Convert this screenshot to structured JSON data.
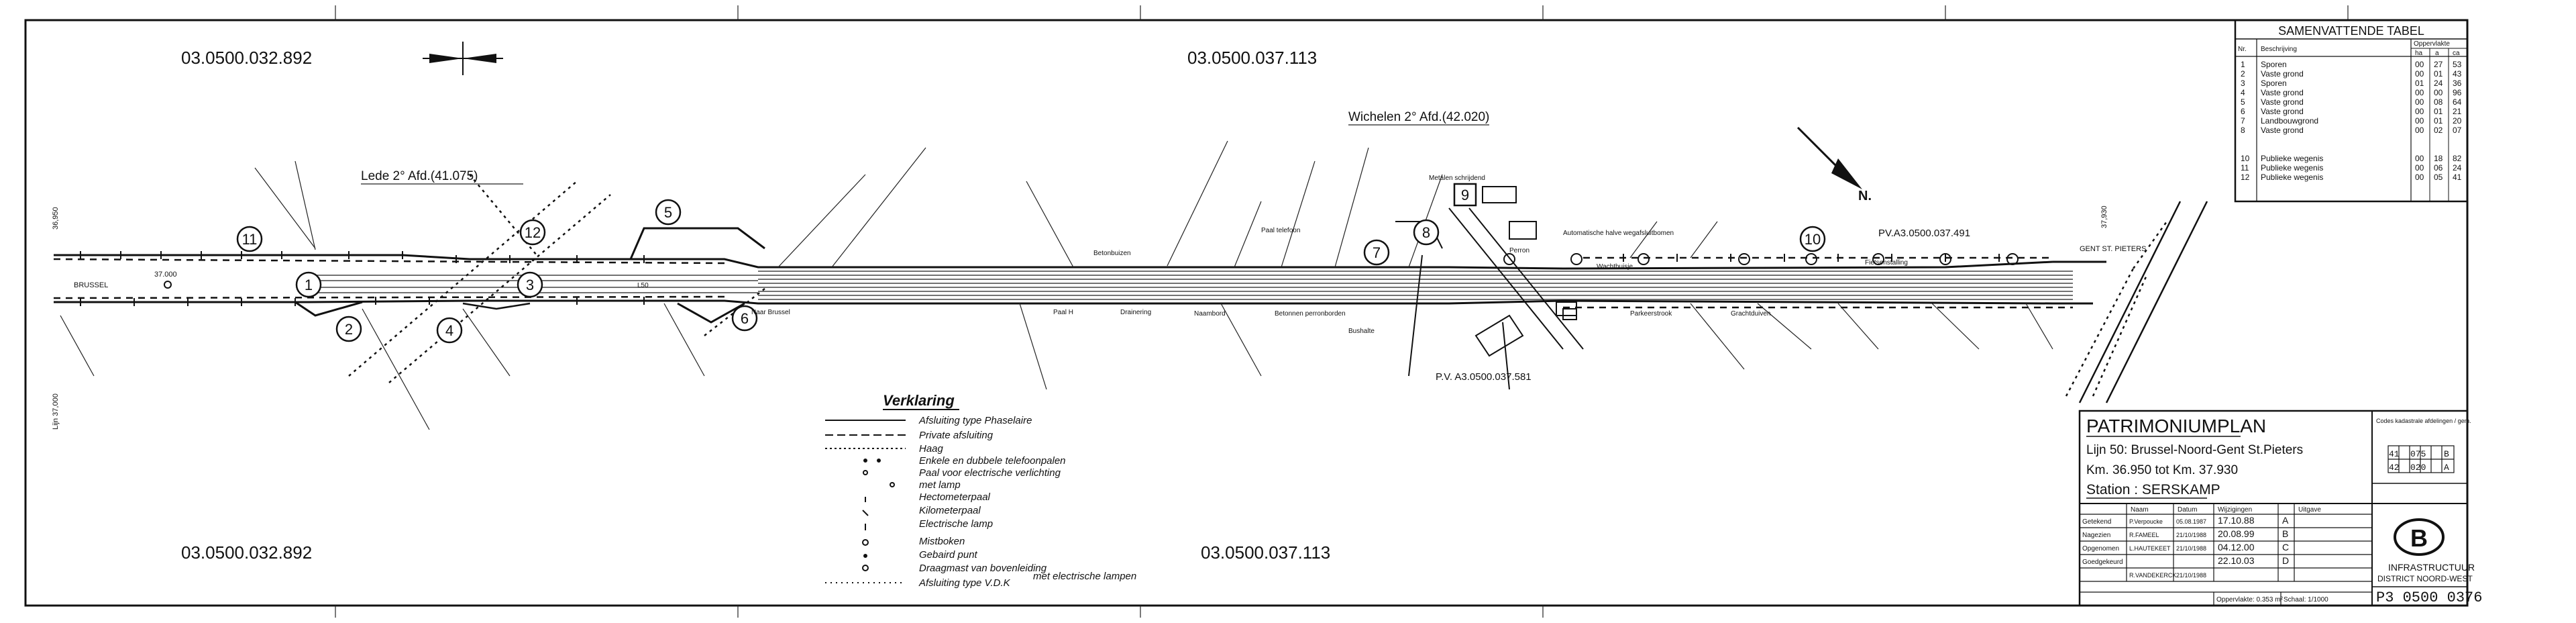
{
  "plan_codes": {
    "top_left": "03.0500.032.892",
    "top_mid": "03.0500.037.113",
    "bottom_left": "03.0500.032.892",
    "bottom_mid": "03.0500.037.113"
  },
  "areas": {
    "lede": "Lede 2° Afd.(41.075)",
    "wichelen": "Wichelen 2° Afd.(42.020)"
  },
  "north": "N.",
  "edge_labels": {
    "left_top": "36,950",
    "left_bottom": "Lijn 37,000",
    "right": "37,930",
    "km_left": "37.000"
  },
  "direction_labels": {
    "brussel": "BRUSSEL",
    "gent": "GENT ST. PIETERS"
  },
  "pv_labels": {
    "top": "PV.A3.0500.037.491",
    "bottom": "P.V. A3.0500.037.581"
  },
  "track_labels": [
    "L50",
    "Naar Brussel",
    "Paal H",
    "Drainering",
    "Betonnen perronborden",
    "Grachtduiven",
    "Naambord",
    "Paal telefoon",
    "Betonbuizen",
    "Metalen schrijdend",
    "Automatische halve wegafsluitbomen",
    "Fietsenstalling",
    "Parkeerstrook",
    "Bushalte",
    "Perron",
    "Wachthuisje"
  ],
  "parcels": [
    {
      "id": "1"
    },
    {
      "id": "2"
    },
    {
      "id": "3"
    },
    {
      "id": "4"
    },
    {
      "id": "5"
    },
    {
      "id": "6"
    },
    {
      "id": "7"
    },
    {
      "id": "8"
    },
    {
      "id": "9"
    },
    {
      "id": "10"
    },
    {
      "id": "11"
    },
    {
      "id": "12"
    }
  ],
  "legend": {
    "title": "Verklaring",
    "items": [
      "Afsluiting type Phaselaire",
      "Private afsluiting",
      "Haag",
      "Enkele en dubbele telefoonpalen",
      "Paal voor electrische verlichting",
      "met lamp",
      "Hectometerpaal",
      "Kilometerpaal",
      "Electrische lamp",
      "Mistboken",
      "Gebaird punt",
      "Draagmast van bovenleiding",
      "Afsluiting type V.D.K"
    ],
    "extra": "met electrische lampen"
  },
  "summary_table": {
    "title": "SAMENVATTENDE TABEL",
    "headers": {
      "nr": "Nr.",
      "desc": "Beschrijving",
      "area": "Oppervlakte",
      "ha": "ha",
      "a": "a",
      "ca": "ca"
    },
    "rows": [
      {
        "nr": "1",
        "desc": "Sporen",
        "ha": "00",
        "a": "27",
        "ca": "53"
      },
      {
        "nr": "2",
        "desc": "Vaste grond",
        "ha": "00",
        "a": "01",
        "ca": "43"
      },
      {
        "nr": "3",
        "desc": "Sporen",
        "ha": "01",
        "a": "24",
        "ca": "36"
      },
      {
        "nr": "4",
        "desc": "Vaste grond",
        "ha": "00",
        "a": "00",
        "ca": "96"
      },
      {
        "nr": "5",
        "desc": "Vaste grond",
        "ha": "00",
        "a": "08",
        "ca": "64"
      },
      {
        "nr": "6",
        "desc": "Vaste grond",
        "ha": "00",
        "a": "01",
        "ca": "21"
      },
      {
        "nr": "7",
        "desc": "Landbouwgrond",
        "ha": "00",
        "a": "01",
        "ca": "20"
      },
      {
        "nr": "8",
        "desc": "Vaste grond",
        "ha": "00",
        "a": "02",
        "ca": "07"
      },
      {
        "nr": "10",
        "desc": "Publieke wegenis",
        "ha": "00",
        "a": "18",
        "ca": "82"
      },
      {
        "nr": "11",
        "desc": "Publieke wegenis",
        "ha": "00",
        "a": "06",
        "ca": "24"
      },
      {
        "nr": "12",
        "desc": "Publieke wegenis",
        "ha": "00",
        "a": "05",
        "ca": "41"
      }
    ]
  },
  "title_block": {
    "title": "PATRIMONIUMPLAN",
    "line": "Lijn 50: Brussel-Noord-Gent St.Pieters",
    "km": "Km. 36.950   tot   Km. 37.930",
    "station": "Station : SERSKAMP",
    "codes_label": "Codes kadastrale afdelingen / gem.",
    "codes": [
      "41",
      "075",
      "B",
      "42",
      "020",
      "A"
    ],
    "headers": {
      "naam": "Naam",
      "datum": "Datum",
      "wijzigingen": "Wijzigingen",
      "uitgave": "Uitgave"
    },
    "rows": [
      {
        "role": "Getekend",
        "naam": "P.Verpoucke",
        "datum": "05.08.1987",
        "wijz": "17.10.88",
        "uit": "A"
      },
      {
        "role": "Nagezien",
        "naam": "R.FAMEEL",
        "datum": "21/10/1988",
        "wijz": "20.08.99",
        "uit": "B"
      },
      {
        "role": "Opgenomen",
        "naam": "L.HAUTEKEET",
        "datum": "21/10/1988",
        "wijz": "04.12.00",
        "uit": "C"
      },
      {
        "role": "Goedgekeurd",
        "naam": "",
        "datum": "",
        "wijz": "22.10.03",
        "uit": "D"
      },
      {
        "role": "",
        "naam": "R.VANDEKERCK",
        "datum": "21/10/1988",
        "wijz": "",
        "uit": ""
      }
    ],
    "area": "Oppervlakte: 0.353 m²",
    "scale": "Schaal: 1/1000",
    "org1": "INFRASTRUCTUUR",
    "org2": "DISTRICT NOORD-WEST",
    "logo_letter": "B",
    "plan_number": "P3 0500 0376"
  }
}
